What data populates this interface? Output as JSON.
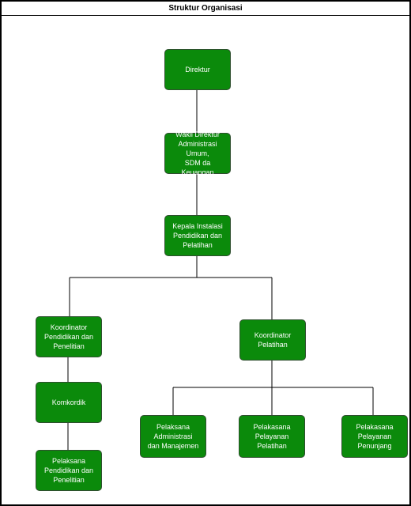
{
  "title": "Struktur Organisasi",
  "nodes": {
    "direktur": "Direktur",
    "wakil_direktur": "Wakil Direktur\nAdministrasi Umum,\nSDM da Keuangan",
    "kepala_instalasi": "Kepala Instalasi\nPendidikan dan\nPelatihan",
    "koord_pendidikan": "Koordinator\nPendidikan dan\nPenelitian",
    "koord_pelatihan": "Koordinator\nPelatihan",
    "komkordik": "Komkordik",
    "pelaksana_pendidikan": "Pelaksana\nPendidikan dan\nPenelitian",
    "pelaksana_administrasi": "Pelaksana\nAdministrasi\ndan Manajemen",
    "pelaksana_pelatihan": "Pelakasana\nPelayanan\nPelatihan",
    "pelaksana_penunjang": "Pelakasana\nPelayanan\nPenunjang"
  },
  "colors": {
    "node_fill": "#0b8a0b",
    "node_border": "#2f4f2f",
    "connector": "#000000"
  }
}
